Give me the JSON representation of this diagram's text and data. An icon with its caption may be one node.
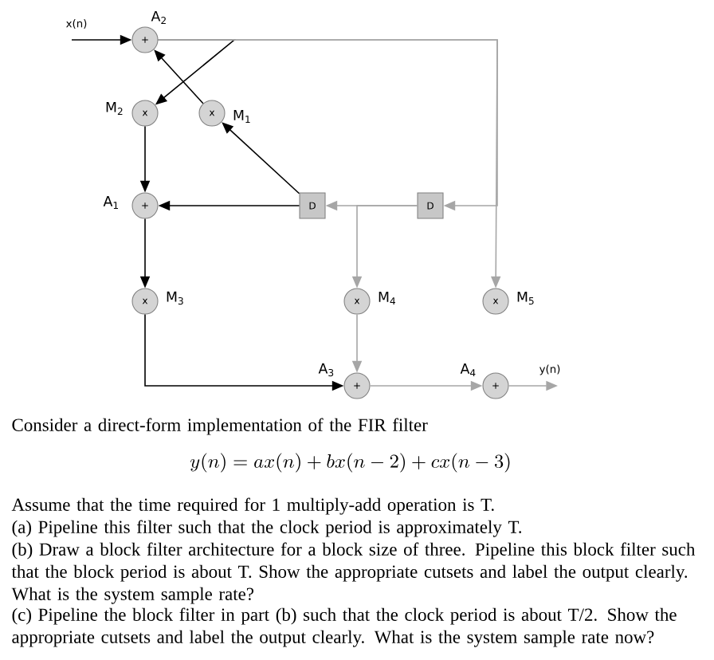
{
  "diagram": {
    "nodes": [
      {
        "text": [
          "+"
        ],
        "beside": [
          "A$_{2}$"
        ]
      },
      {
        "text": [
          "x"
        ],
        "beside": [
          "M$_{2}$"
        ]
      },
      {
        "text": [
          "x"
        ],
        "beside": [
          "M$_{1}$"
        ]
      },
      {
        "text": [
          "+"
        ],
        "beside": [
          "A$_{1}$"
        ]
      },
      {
        "text": [
          "D"
        ]
      },
      {
        "text": [
          "D"
        ]
      },
      {
        "text": [
          "x"
        ],
        "beside": [
          "M$_{3}$"
        ]
      },
      {
        "text": [
          "x"
        ],
        "beside": [
          "M$_{4}$"
        ]
      },
      {
        "text": [
          "x"
        ],
        "beside": [
          "M$_{5}$"
        ]
      },
      {
        "text": [
          "+"
        ],
        "beside": [
          "A$_{3}$"
        ]
      },
      {
        "text": [
          "+"
        ],
        "beside": [
          "A$_{4}$"
        ]
      }
    ],
    "edges": [
      {
        "from": null,
        "to": 0,
        "arrow": "to",
        "label": "x(n)"
      },
      {
        "from": 0,
        "to": 1,
        "arrow": "to"
      },
      {
        "from": 0,
        "to": 5,
        "arrow": "to",
        "color": "#a6a6a6"
      },
      {
        "from": 0,
        "to": 8,
        "arrow": "to",
        "color": "#a6a6a6"
      },
      {
        "from": 4,
        "to": 2,
        "arrow": "to"
      },
      {
        "from": 2,
        "to": 0,
        "arrow": "to"
      },
      {
        "from": 1,
        "to": 3,
        "arrow": "to"
      },
      {
        "from": 4,
        "to": 3,
        "arrow": "to"
      },
      {
        "from": 5,
        "to": 4,
        "arrow": "to",
        "color": "#a6a6a6"
      },
      {
        "from": 5,
        "to": 7,
        "arrow": "to",
        "color": "#a6a6a6"
      },
      {
        "from": 3,
        "to": 6,
        "arrow": "to"
      },
      {
        "from": 6,
        "to": 9,
        "arrow": "to"
      },
      {
        "from": 7,
        "to": 9,
        "arrow": "to",
        "color": "#a6a6a6"
      },
      {
        "from": 9,
        "to": 10,
        "arrow": "to",
        "color": "#a6a6a6"
      },
      {
        "from": 10,
        "to": null,
        "arrow": "to",
        "label": "y(n)",
        "color": "#a6a6a6"
      }
    ],
    "labels": [
      "Consider a direct-form implementation of the FIR filter",
      "y(n) = ax(n) + bx(n-2) + cx(n-3)",
      "Assume that the time required for 1 multiply-add operation is T.",
      "(a) Pipeline this filter such that the clock period is approximately T.",
      "(b) Draw a block filter architecture for a block size of three. Pipeline this block filter such that the block period is about T. Show the appropriate cutsets and label the output clearly.  What is the system sample rate?",
      "(c) Pipeline the block filter in part (b) such that the clock period is about T/2. Show the appropriate cutsets and label the output clearly. What is the system sample rate now?"
    ]
  }
}
